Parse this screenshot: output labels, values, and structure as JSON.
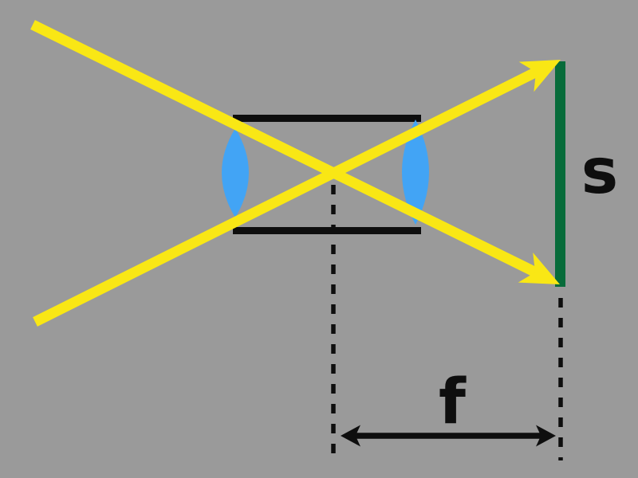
{
  "labels": {
    "sensor_size": "s",
    "focal_length": "f"
  },
  "colors": {
    "background": "#9A9A9A",
    "ink": "#0E0E0E",
    "ray_yellow": "#F9E715",
    "lens_blue": "#42A4F5",
    "sensor_green": "#076B3A"
  },
  "elements": {
    "rays": "two yellow light rays crossing at the optical center, ending in arrowheads on the sensor plane",
    "lenses": "two biconvex blue lens elements inside a black lens barrel",
    "sensor": "green vertical sensor/image plane labelled s",
    "focal_length_marker": "black double-headed arrow between dashed principal plane and sensor plane, labelled f"
  }
}
